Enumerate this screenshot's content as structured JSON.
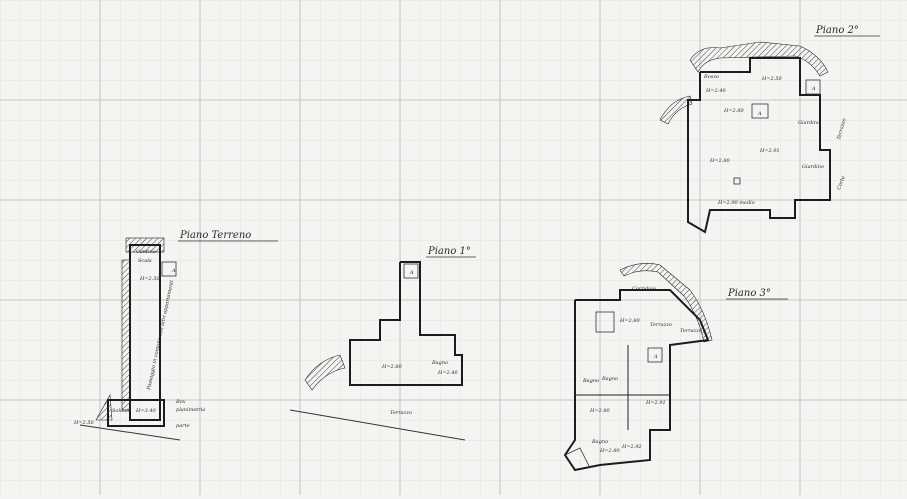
{
  "plans": {
    "terreno": {
      "title": "Piano Terreno",
      "labels": {
        "cantina": "Cantina",
        "scala": "Scala",
        "passaggio": "Passaggio in comune con altri appartamenti",
        "h_top": "H=2.50",
        "soldato": "Soldato",
        "h_bottom": "H=3.40",
        "box": "Box",
        "planimetria": "planimetria",
        "parte": "parte",
        "h_left": "H=2.50"
      }
    },
    "primo": {
      "title": "Piano 1°",
      "labels": {
        "h_main": "H=2.80",
        "bagno": "Bagno",
        "h_bagno": "H=2.40",
        "terrazzo": "Terrazzo"
      }
    },
    "secondo": {
      "title": "Piano 2°",
      "labels": {
        "h_top": "H=2.50",
        "rosso": "Rosso",
        "h_left": "H=2.40",
        "h_center": "H=2.80",
        "giardino": "Giardino",
        "h_mid": "H=2.91",
        "h_low": "H=2.80",
        "h_bottom": "H=2.90 medio",
        "terrazzo": "Terrazzo",
        "giardino2": "Giardino",
        "corte": "Corte"
      }
    },
    "terzo": {
      "title": "Piano 3°",
      "labels": {
        "corridoio": "Corridoio",
        "h_top": "H=2.80",
        "terrazzo1": "Terrazzo",
        "terrazzo2": "Terrazzo",
        "bagno1": "Bagno",
        "bagno2": "Bagno",
        "h_1": "H=2.80",
        "h_2": "H=2.91",
        "bagno3": "Bagno",
        "h_3": "H=2.80",
        "h_4": "H=2.92"
      }
    }
  }
}
